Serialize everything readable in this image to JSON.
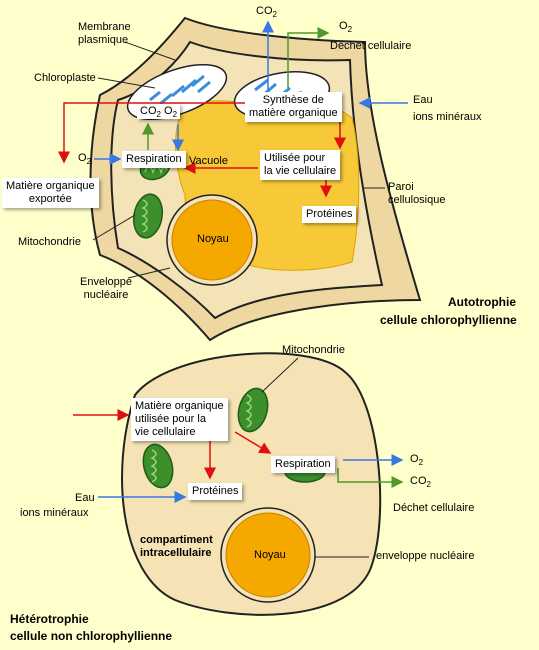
{
  "colors": {
    "background": "#FFFFCC",
    "cell_fill": "#F5E3B5",
    "inner_fill": "#F3E3B7",
    "vacuole": "#F7C938",
    "nucleus": "#F5A800",
    "chloroplast": "#3A8DDB",
    "mitochondria": "#3C8F2B",
    "arrow_red": "#E01010",
    "arrow_blue": "#3878E0",
    "arrow_green": "#4E9A2A"
  },
  "autotrophie": {
    "membrane_label": "Membrane\nplasmique",
    "co2_top": "CO",
    "co2_sub": "2",
    "o2_top": "O",
    "o2_sub": "2",
    "dechet": "Déchet cellulaire",
    "chloroplaste": "Chloroplaste",
    "synthese": "Synthèse de\nmatière organique",
    "eau": "Eau",
    "ions": "ions minéraux",
    "co2_inner": "CO",
    "co2_inner_sub": "2",
    "o2_inner": "O",
    "o2_inner_sub": "2",
    "o2_left": "O",
    "o2_left_sub": "2",
    "respiration": "Respiration",
    "vacuole": "Vacuole",
    "utilisee": "Utilisée pour\nla vie cellulaire",
    "matiere_exportee": "Matière organique\nexportée",
    "paroi": "Paroi\ncellulosique",
    "proteines": "Protéines",
    "mitochondrie": "Mitochondrie",
    "noyau": "Noyau",
    "enveloppe": "Enveloppe\nnucléaire",
    "title1": "Autotrophie",
    "title2": "cellule chlorophyllienne"
  },
  "heterotrophie": {
    "mitochondrie": "Mitochondrie",
    "matiere": "Matière organique\nutilisée pour la\nvie cellulaire",
    "respiration": "Respiration",
    "o2": "O",
    "o2_sub": "2",
    "co2": "CO",
    "co2_sub": "2",
    "proteines": "Protéines",
    "eau": "Eau",
    "ions": "ions minéraux",
    "dechet": "Déchet cellulaire",
    "compartiment": "compartiment\nintracellulaire",
    "noyau": "Noyau",
    "enveloppe": "enveloppe nucléaire",
    "title1": "Hétérotrophie",
    "title2": "cellule non chlorophyllienne"
  }
}
